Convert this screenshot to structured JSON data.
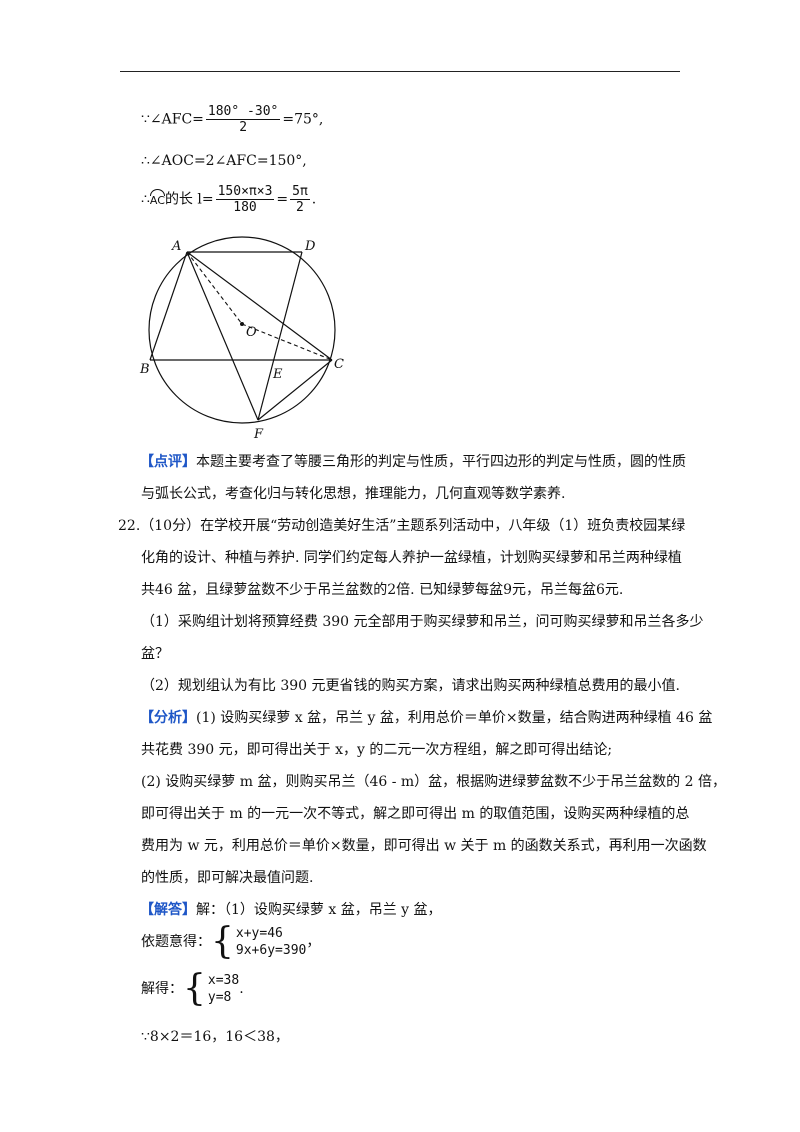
{
  "lines": {
    "l1_pre": "∵∠AFC=",
    "l1_num": "180° -30°",
    "l1_den": "2",
    "l1_post": "=75°,",
    "l2": "∴∠AOC=2∠AFC=150°,",
    "l3_pre": "∴",
    "l3_arc": "AC",
    "l3_mid": "的长 l=",
    "l3_num": "150×π×3",
    "l3_den": "180",
    "l3_eq": "=",
    "l3_num2": "5π",
    "l3_den2": "2",
    "l3_post": "."
  },
  "figure": {
    "labels": {
      "A": "A",
      "D": "D",
      "O": "O",
      "B": "B",
      "C": "C",
      "E": "E",
      "F": "F"
    }
  },
  "comment": {
    "tag": "【点评】",
    "text1": "本题主要考查了等腰三角形的判定与性质，平行四边形的判定与性质，圆的性质",
    "text2": "与弧长公式，考查化归与转化思想，推理能力，几何直观等数学素养."
  },
  "question": {
    "l1": "22.（10分）在学校开展“劳动创造美好生活”主题系列活动中，八年级（1）班负责校园某绿",
    "l2": "化角的设计、种植与养护. 同学们约定每人养护一盆绿植，计划购买绿萝和吊兰两种绿植",
    "l3": "共46 盆，且绿萝盆数不少于吊兰盆数的2倍. 已知绿萝每盆9元，吊兰每盆6元.",
    "p1a": "（1）采购组计划将预算经费 390 元全部用于购买绿萝和吊兰，问可购买绿萝和吊兰各多少",
    "p1b": "盆？",
    "p2": "（2）规划组认为有比 390 元更省钱的购买方案，请求出购买两种绿植总费用的最小值."
  },
  "analysis": {
    "tag": "【分析】",
    "a1": "(1) 设购买绿萝 x 盆，吊兰 y 盆，利用总价＝单价×数量，结合购进两种绿植 46 盆",
    "a2": "共花费 390 元，即可得出关于 x，y 的二元一次方程组，解之即可得出结论;",
    "b1": "(2) 设购买绿萝 m 盆，则购买吊兰（46 - m）盆，根据购进绿萝盆数不少于吊兰盆数的 2 倍，",
    "b2": "即可得出关于 m 的一元一次不等式，解之即可得出 m 的取值范围，设购买两种绿植的总",
    "b3": "费用为 w 元，利用总价＝单价×数量，即可得出 w 关于 m 的函数关系式，再利用一次函数",
    "b4": "的性质，即可解决最值问题."
  },
  "answer": {
    "tag": "【解答】",
    "s1": "解：（1）设购买绿萝 x 盆，吊兰 y 盆，",
    "s2": "依题意得：",
    "eq1": "x+y=46",
    "eq2": "9x+6y=390",
    "s2_post": "，",
    "s3": "解得：",
    "eq3": "x=38",
    "eq4": "y=8",
    "s3_post": ".",
    "s4": "∵8×2＝16，16＜38，"
  }
}
